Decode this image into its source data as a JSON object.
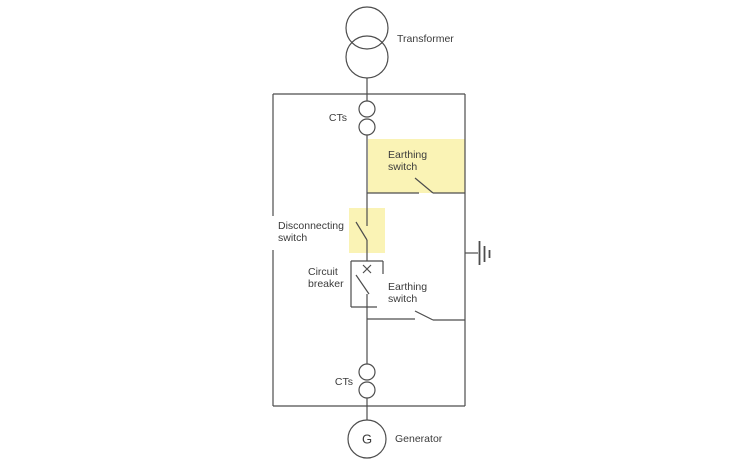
{
  "labels": {
    "transformer": "Transformer",
    "cts_top": "CTs",
    "earthing_switch_top": "Earthing switch",
    "disconnecting_switch": "Disconnecting switch",
    "circuit_breaker": "Circuit breaker",
    "earthing_switch_bottom": "Earthing switch",
    "cts_bottom": "CTs",
    "generator": "Generator",
    "generator_letter": "G"
  },
  "colors": {
    "highlight": "#faf3b5",
    "line": "#4d4d4d",
    "text": "#3b3b3b",
    "background": "#ffffff"
  }
}
